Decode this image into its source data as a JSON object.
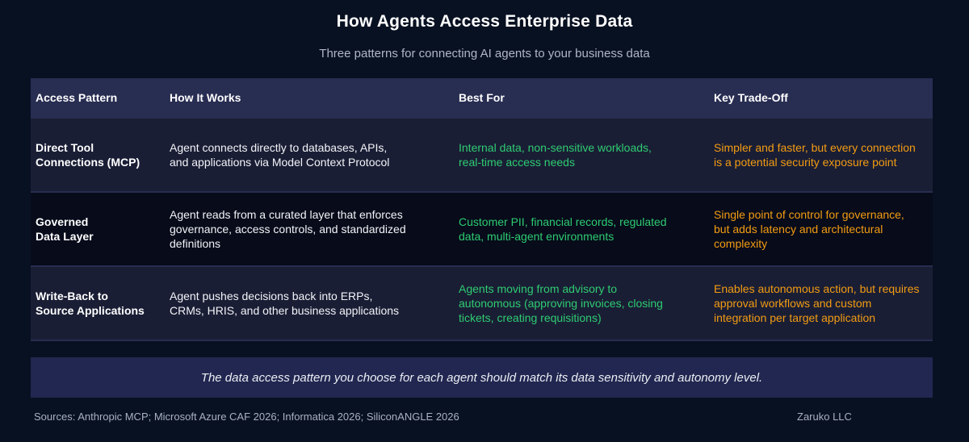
{
  "title": "How Agents Access Enterprise Data",
  "subtitle": "Three patterns for connecting AI agents to your business data",
  "colors": {
    "background": "#081122",
    "header_row": "#282d52",
    "row_odd": "#1a1e35",
    "row_even": "#070b1a",
    "callout_banner": "#212750",
    "best_for_green": "#2ecc71",
    "trade_off_orange": "#f39c12",
    "muted_text": "#a9b0c2"
  },
  "table": {
    "headers": [
      "Access Pattern",
      "How It Works",
      "Best For",
      "Key Trade-Off"
    ],
    "rows": [
      {
        "pattern": "Direct Tool\nConnections (MCP)",
        "how": "Agent connects directly to databases, APIs,\nand applications via Model Context Protocol",
        "best": "Internal data, non-sensitive workloads,\nreal-time access needs",
        "tradeoff": "Simpler and faster, but every connection\nis a potential security exposure point"
      },
      {
        "pattern": "Governed\nData Layer",
        "how": "Agent reads from a curated layer that enforces\ngovernance, access controls, and standardized\ndefinitions",
        "best": "Customer PII, financial records, regulated\ndata, multi-agent environments",
        "tradeoff": "Single point of control for governance,\nbut adds latency and architectural\ncomplexity"
      },
      {
        "pattern": "Write-Back to\nSource Applications",
        "how": "Agent pushes decisions back into ERPs,\nCRMs, HRIS, and other business applications",
        "best": "Agents moving from advisory to\nautonomous (approving invoices, closing\ntickets, creating requisitions)",
        "tradeoff": "Enables autonomous action, but requires\napproval workflows and custom\nintegration per target application"
      }
    ]
  },
  "callout": "The data access pattern you choose for each agent should match its data sensitivity and autonomy level.",
  "footer": {
    "sources": "Sources: Anthropic MCP; Microsoft Azure CAF 2026; Informatica 2026; SiliconANGLE 2026",
    "brand": "Zaruko LLC"
  }
}
